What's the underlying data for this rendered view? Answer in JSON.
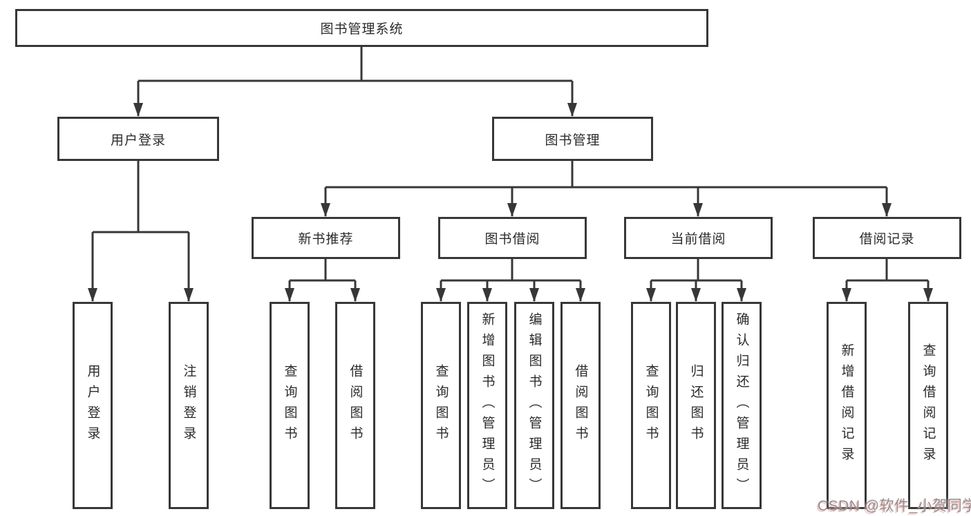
{
  "theme": {
    "line_color": "#373737",
    "text_color": "#2b2b2b",
    "background": "#ffffff",
    "watermark_color": "#8f8f8f",
    "watermark_accent": "#eb7878"
  },
  "watermark": {
    "text": "CSDN @软件_小贺同学"
  },
  "tree": {
    "label": "图书管理系统",
    "children": [
      {
        "label": "用户登录",
        "children": [
          {
            "label": "用户登录"
          },
          {
            "label": "注销登录"
          }
        ]
      },
      {
        "label": "图书管理",
        "children": [
          {
            "label": "新书推荐",
            "children": [
              {
                "label": "查询图书"
              },
              {
                "label": "借阅图书"
              }
            ]
          },
          {
            "label": "图书借阅",
            "children": [
              {
                "label": "查询图书"
              },
              {
                "label": "新增图书（管理员）"
              },
              {
                "label": "编辑图书（管理员）"
              },
              {
                "label": "借阅图书"
              }
            ]
          },
          {
            "label": "当前借阅",
            "children": [
              {
                "label": "查询图书"
              },
              {
                "label": "归还图书"
              },
              {
                "label": "确认归还（管理员）"
              }
            ]
          },
          {
            "label": "借阅记录",
            "children": [
              {
                "label": "新增借阅记录"
              },
              {
                "label": "查询借阅记录"
              }
            ]
          }
        ]
      }
    ]
  }
}
